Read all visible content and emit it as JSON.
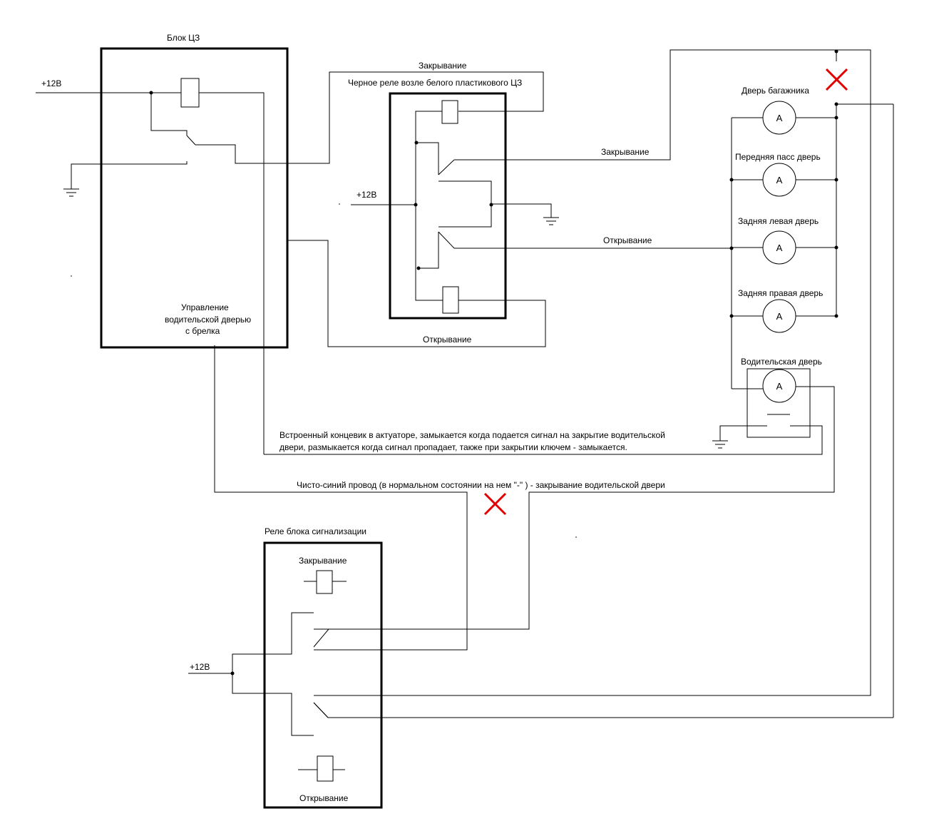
{
  "labels": {
    "block_cz": "Блок ЦЗ",
    "plus12_left": "+12В",
    "plus12_mid": "+12В",
    "plus12_bottom": "+12В",
    "zakryvanie_top": "Закрывание",
    "black_relay": "Черное реле возле белого пластикового ЦЗ",
    "zakryvanie_mid": "Закрывание",
    "otkryvanie_mid": "Открывание",
    "otkryvanie_low": "Открывание",
    "driver_control_1": "Управление",
    "driver_control_2": "водительской дверью",
    "driver_control_3": "с брелка",
    "door_trunk": "Дверь багажника",
    "door_front_pass": "Передняя пасс дверь",
    "door_rear_left": "Задняя левая дверь",
    "door_rear_right": "Задняя правая дверь",
    "door_driver": "Водительская дверь",
    "limit_switch_1": "Встроенный концевик в актуаторе, замыкается когда подается сигнал на  закрытие водительской",
    "limit_switch_2": "двери, размыкается когда сигнал пропадает, также при закрытии ключем - замыкается.",
    "blue_wire": "Чисто-синий провод (в нормальном состоянии на нем \"-\" )  - закрывание водительской двери",
    "alarm_relay_block": "Реле блока сигнализации",
    "alarm_close": "Закрывание",
    "alarm_open": "Открывание",
    "meter_symbol": "A"
  },
  "colors": {
    "wire": "#000000",
    "cross_mark": "#e00000",
    "background": "#ffffff"
  },
  "icons": [
    "ground-icon",
    "relay-coil-icon",
    "actuator-meter-icon",
    "cross-mark-icon"
  ]
}
